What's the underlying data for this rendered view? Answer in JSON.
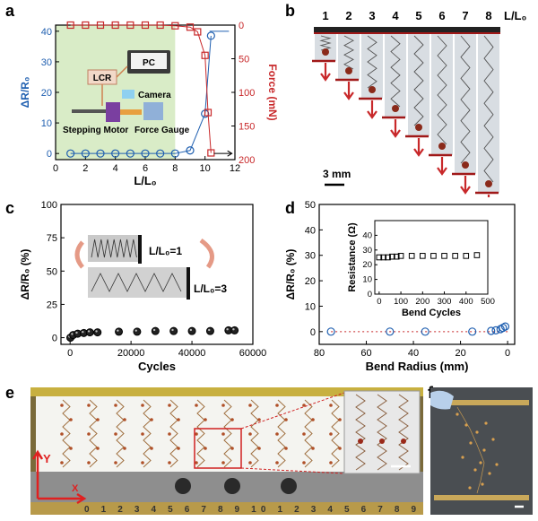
{
  "panels": {
    "a": "a",
    "b": "b",
    "c": "c",
    "d": "d",
    "e": "e",
    "f": "f"
  },
  "colors": {
    "blue": "#1f5fb0",
    "red": "#c8282a",
    "green_fill": "#d9ecc7",
    "dark_red": "#a01818"
  },
  "chart_data": [
    {
      "id": "a",
      "type": "line",
      "xlabel": "L/L₀",
      "ylabel_left": "ΔR/R₀",
      "ylabel_right": "Force (mN)",
      "xlim": [
        0,
        12
      ],
      "ylim_left": [
        -2,
        42
      ],
      "ylim_right": [
        200,
        0
      ],
      "xticks": [
        0,
        2,
        4,
        6,
        8,
        10,
        12
      ],
      "yticks_left": [
        0,
        10,
        20,
        30,
        40
      ],
      "yticks_right": [
        0,
        50,
        100,
        150,
        200
      ],
      "series": [
        {
          "axis": "left",
          "color": "blue",
          "x": [
            1,
            2,
            3,
            4,
            5,
            6,
            7,
            8,
            9,
            10,
            10.4
          ],
          "y": [
            0,
            0,
            0,
            0,
            0,
            0,
            0,
            0,
            1,
            13,
            38.5
          ]
        },
        {
          "axis": "right",
          "color": "red",
          "x": [
            1,
            2,
            3,
            4,
            5,
            6,
            7,
            8,
            9,
            9.5,
            10,
            10.2,
            10.4
          ],
          "y": [
            0,
            0,
            0,
            0,
            0,
            0,
            0,
            1,
            3,
            10,
            45,
            130,
            190
          ]
        }
      ],
      "inset_labels": {
        "lcr": "LCR",
        "pc": "PC",
        "camera": "Camera",
        "motor": "Stepping Motor",
        "gauge": "Force Gauge"
      }
    },
    {
      "id": "b",
      "type": "table",
      "column_labels": [
        "1",
        "2",
        "3",
        "4",
        "5",
        "6",
        "7",
        "8"
      ],
      "header": "L/L₀",
      "scalebar": "3 mm"
    },
    {
      "id": "c",
      "type": "scatter",
      "xlabel": "Cycles",
      "ylabel": "ΔR/R₀ (%)",
      "xlim": [
        -3000,
        60000
      ],
      "ylim": [
        -5,
        100
      ],
      "xticks": [
        0,
        20000,
        40000,
        60000
      ],
      "xtick_labels": [
        "0",
        "20000",
        "40000",
        "60000"
      ],
      "yticks": [
        0,
        25,
        50,
        75,
        100
      ],
      "x": [
        100,
        1000,
        2500,
        4500,
        6500,
        9000,
        16000,
        22000,
        28000,
        34000,
        40000,
        46000,
        52000,
        54000
      ],
      "y": [
        0,
        2,
        3,
        3.5,
        4,
        4,
        4.5,
        4.5,
        5,
        5,
        5,
        5,
        5.5,
        5.5
      ],
      "annotations": {
        "l1": "L/L₀=1",
        "l3": "L/L₀=3"
      }
    },
    {
      "id": "d",
      "type": "scatter",
      "xlabel": "Bend Radius (mm)",
      "ylabel": "ΔR/R₀ (%)",
      "xlim": [
        80,
        -3
      ],
      "ylim": [
        -5,
        50
      ],
      "xticks": [
        80,
        60,
        40,
        20,
        0
      ],
      "yticks": [
        0,
        10,
        20,
        30,
        40,
        50
      ],
      "x": [
        75,
        50,
        35,
        15,
        7,
        5,
        3,
        2,
        1
      ],
      "y": [
        0,
        0,
        0,
        0,
        0.3,
        0.5,
        1,
        1.5,
        2
      ],
      "inset": {
        "xlabel": "Bend Cycles",
        "ylabel": "Resistance (Ω)",
        "xlim": [
          -20,
          500
        ],
        "ylim": [
          0,
          50
        ],
        "xticks": [
          0,
          100,
          200,
          300,
          400,
          500
        ],
        "yticks": [
          0,
          10,
          20,
          30,
          40
        ],
        "x": [
          0,
          20,
          40,
          60,
          80,
          100,
          150,
          200,
          250,
          300,
          350,
          400,
          450
        ],
        "y": [
          25,
          25,
          25,
          25.5,
          25.5,
          26,
          26,
          26,
          26,
          26,
          26,
          26,
          26.5
        ]
      }
    }
  ],
  "photo_e": {
    "axis_y": "Y",
    "axis_x": "X",
    "ruler": "0 1 2 3 4 5 6 7 8 9 10 1 2 3 4 5 6 7 8 9"
  }
}
